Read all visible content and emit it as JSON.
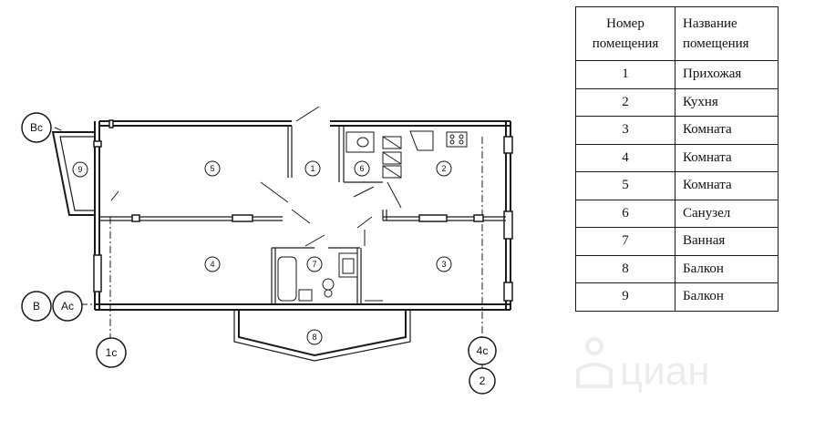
{
  "axes": {
    "bc": "Bc",
    "b": "B",
    "ac": "Ac",
    "c1": "1c",
    "c4": "4c",
    "two": "2"
  },
  "rooms_on_plan": [
    "1",
    "2",
    "3",
    "4",
    "5",
    "6",
    "7",
    "8",
    "9"
  ],
  "table": {
    "header_number": "Номер помещения",
    "header_name": "Название помещения",
    "rows": [
      {
        "number": "1",
        "name": "Прихожая"
      },
      {
        "number": "2",
        "name": "Кухня"
      },
      {
        "number": "3",
        "name": "Комната"
      },
      {
        "number": "4",
        "name": "Комната"
      },
      {
        "number": "5",
        "name": "Комната"
      },
      {
        "number": "6",
        "name": "Санузел"
      },
      {
        "number": "7",
        "name": "Ванная"
      },
      {
        "number": "8",
        "name": "Балкон"
      },
      {
        "number": "9",
        "name": "Балкон"
      }
    ]
  },
  "watermark": "циан"
}
